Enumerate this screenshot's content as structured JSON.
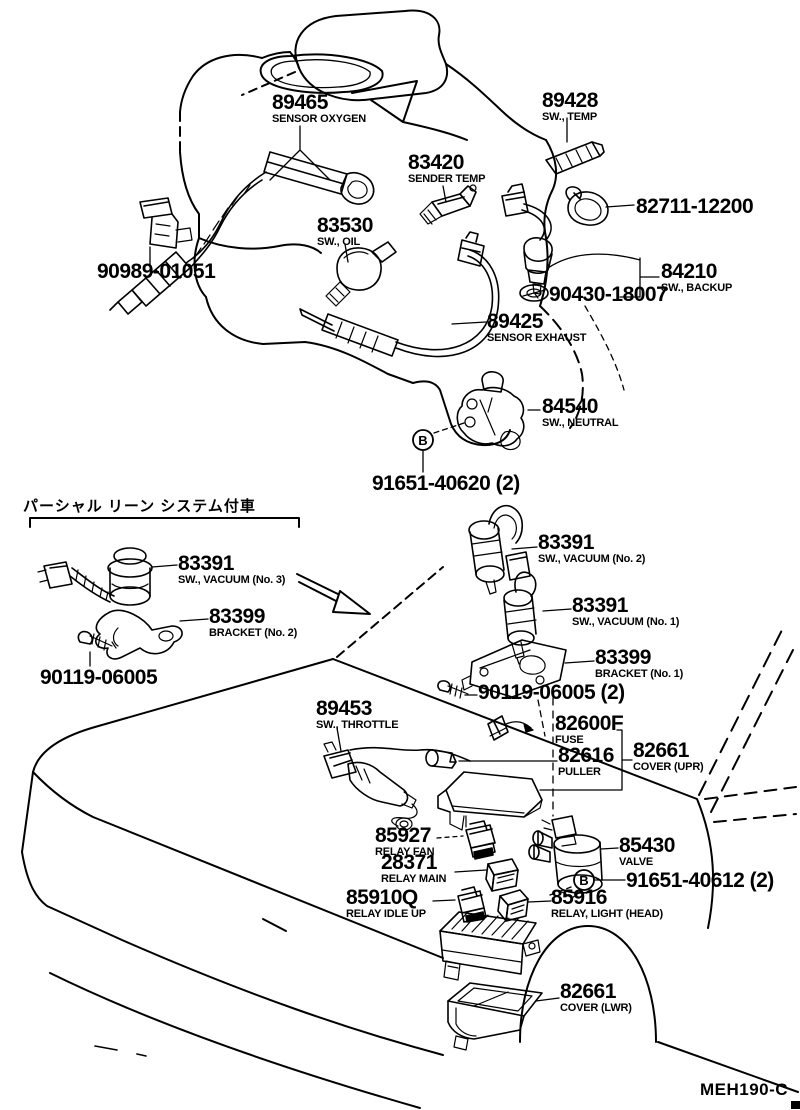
{
  "page": {
    "drawing_code": "MEH190-C",
    "note_jp": "パーシャル リーン システム付車",
    "marker_b": "B"
  },
  "parts": [
    {
      "number": "89465",
      "desc": "SENSOR OXYGEN"
    },
    {
      "number": "89428",
      "desc": "SW., TEMP"
    },
    {
      "number": "83420",
      "desc": "SENDER TEMP"
    },
    {
      "number": "82711-12200",
      "desc": ""
    },
    {
      "number": "83530",
      "desc": "SW., OIL"
    },
    {
      "number": "90989-01051",
      "desc": ""
    },
    {
      "number": "84210",
      "desc": "SW., BACKUP"
    },
    {
      "number": "90430-18007",
      "desc": ""
    },
    {
      "number": "89425",
      "desc": "SENSOR EXHAUST"
    },
    {
      "number": "84540",
      "desc": "SW., NEUTRAL"
    },
    {
      "number": "91651-40620 (2)",
      "desc": ""
    },
    {
      "number": "83391",
      "desc": "SW., VACUUM (No. 3)"
    },
    {
      "number": "83399",
      "desc": "BRACKET (No. 2)"
    },
    {
      "number": "90119-06005",
      "desc": ""
    },
    {
      "number": "83391",
      "desc": "SW., VACUUM (No. 2)"
    },
    {
      "number": "83391",
      "desc": "SW., VACUUM (No. 1)"
    },
    {
      "number": "83399",
      "desc": "BRACKET (No. 1)"
    },
    {
      "number": "90119-06005 (2)",
      "desc": ""
    },
    {
      "number": "89453",
      "desc": "SW., THROTTLE"
    },
    {
      "number": "82600F",
      "desc": "FUSE"
    },
    {
      "number": "82616",
      "desc": "PULLER"
    },
    {
      "number": "82661",
      "desc": "COVER (UPR)"
    },
    {
      "number": "85927",
      "desc": "RELAY FAN"
    },
    {
      "number": "28371",
      "desc": "RELAY MAIN"
    },
    {
      "number": "85430",
      "desc": "VALVE"
    },
    {
      "number": "91651-40612 (2)",
      "desc": ""
    },
    {
      "number": "85910Q",
      "desc": "RELAY IDLE UP"
    },
    {
      "number": "85916",
      "desc": "RELAY, LIGHT (HEAD)"
    },
    {
      "number": "82661",
      "desc": "COVER (LWR)"
    }
  ]
}
